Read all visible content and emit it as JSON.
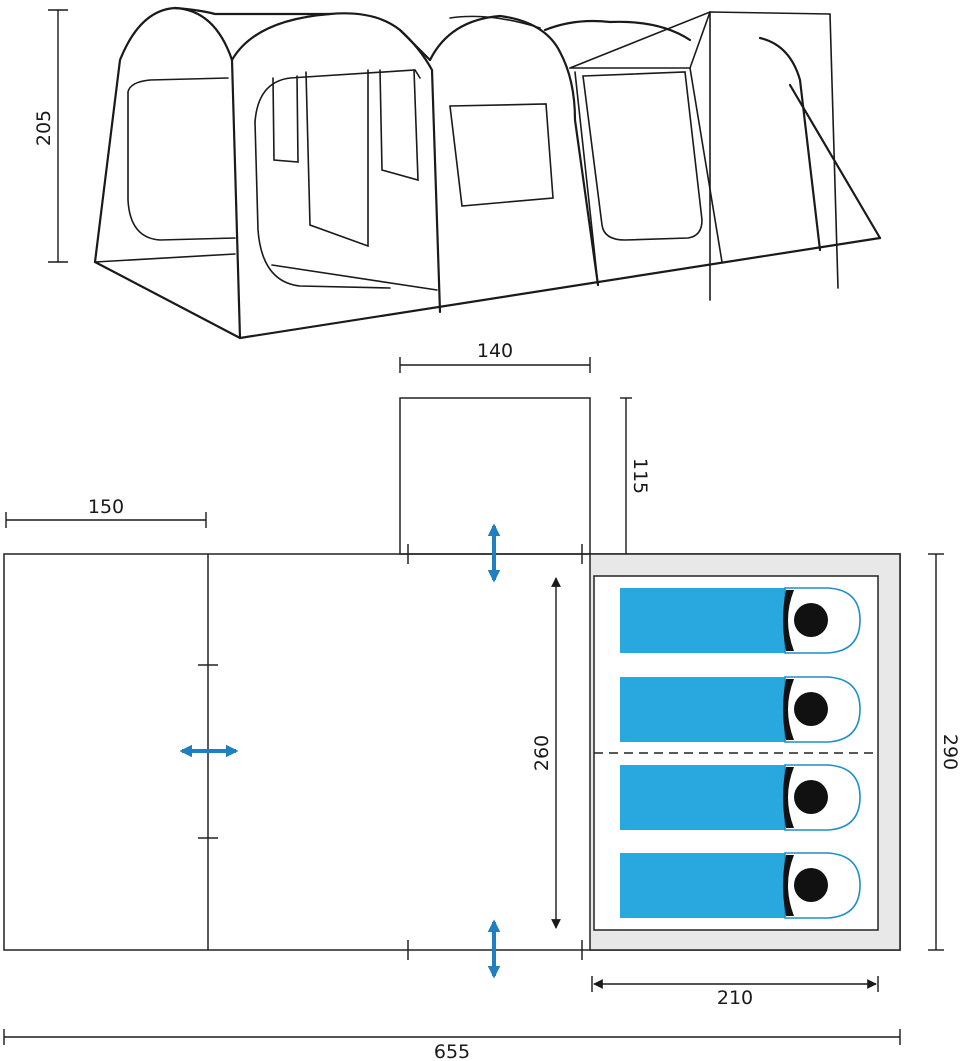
{
  "dimensions": {
    "height": "205",
    "porch_width": "140",
    "porch_depth": "115",
    "annex_width": "150",
    "inner_height": "260",
    "total_depth": "290",
    "bedroom_width": "210",
    "total_length": "655"
  },
  "colors": {
    "line": "#1a1a1a",
    "sleeping_bag": "#29a8e0",
    "pillow_outline": "#1e8fc8",
    "arrow": "#1f7fc0",
    "bedroom_floor": "#e8e8e8"
  },
  "icons": {
    "door": "double-arrow-icon",
    "sleeper": "sleeping-bag-icon"
  },
  "sleeping_bags": [
    {
      "id": "bag-1"
    },
    {
      "id": "bag-2"
    },
    {
      "id": "bag-3"
    },
    {
      "id": "bag-4"
    }
  ]
}
